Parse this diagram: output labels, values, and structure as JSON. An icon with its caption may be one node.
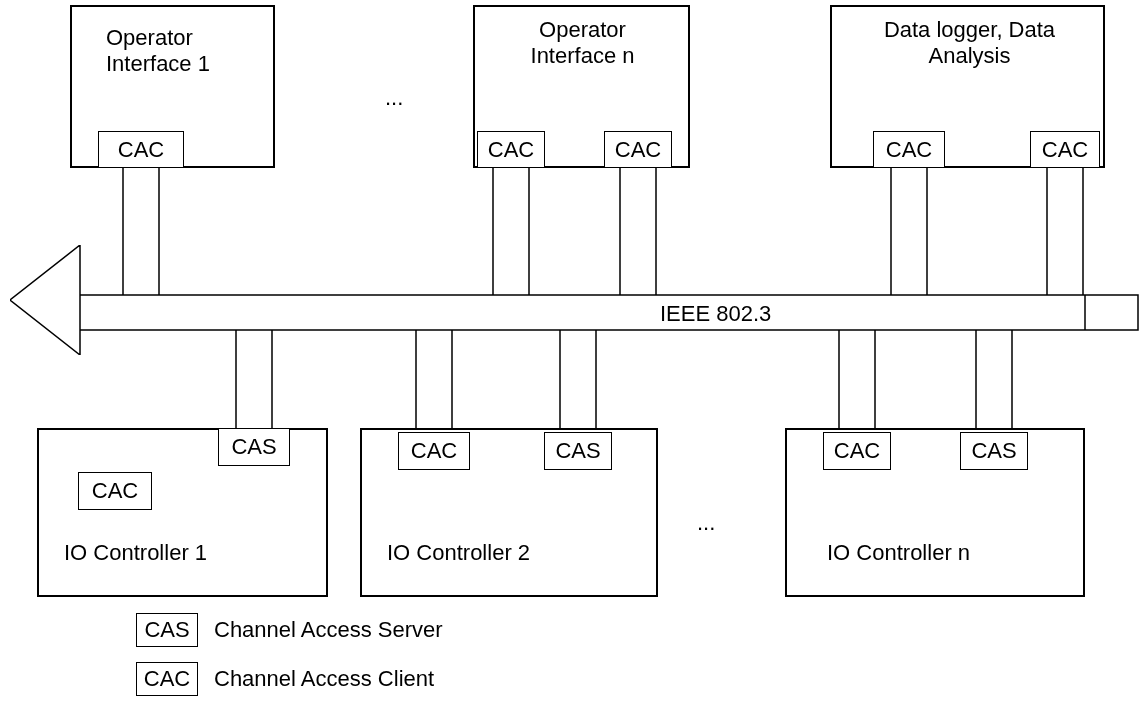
{
  "diagram": {
    "nodes": [
      {
        "text": [
          "Operator Interface 1"
        ]
      },
      {
        "text": [
          "CAC"
        ],
        "in": 0
      },
      {
        "text": [
          "Operator Interface n"
        ]
      },
      {
        "text": [
          "CAC"
        ],
        "in": 2
      },
      {
        "text": [
          "CAC"
        ],
        "in": 2
      },
      {
        "text": [
          "Data logger, Data Analysis"
        ]
      },
      {
        "text": [
          "CAC"
        ],
        "in": 5
      },
      {
        "text": [
          "CAC"
        ],
        "in": 5
      },
      {
        "text": [
          "IEEE 802.3"
        ]
      },
      {
        "text": [
          "IO Controller 1"
        ]
      },
      {
        "text": [
          "CAS"
        ],
        "in": 9
      },
      {
        "text": [
          "CAC"
        ],
        "in": 9
      },
      {
        "text": [
          "IO Controller 2"
        ]
      },
      {
        "text": [
          "CAC"
        ],
        "in": 12
      },
      {
        "text": [
          "CAS"
        ],
        "in": 12
      },
      {
        "text": [
          "IO Controller n"
        ]
      },
      {
        "text": [
          "CAC"
        ],
        "in": 15
      },
      {
        "text": [
          "CAS"
        ],
        "in": 15
      }
    ],
    "edges": [
      {
        "from": 1,
        "to": 8,
        "arrow": "none"
      },
      {
        "from": 3,
        "to": 8,
        "arrow": "none"
      },
      {
        "from": 4,
        "to": 8,
        "arrow": "none"
      },
      {
        "from": 6,
        "to": 8,
        "arrow": "none"
      },
      {
        "from": 7,
        "to": 8,
        "arrow": "none"
      },
      {
        "from": 10,
        "to": 8,
        "arrow": "none"
      },
      {
        "from": 13,
        "to": 8,
        "arrow": "none"
      },
      {
        "from": 14,
        "to": 8,
        "arrow": "none"
      },
      {
        "from": 16,
        "to": 8,
        "arrow": "none"
      },
      {
        "from": 17,
        "to": 8,
        "arrow": "none"
      }
    ],
    "labels": [
      "...",
      "...",
      "CAS",
      "CAC"
    ],
    "legend": [
      {
        "text": "Channel Access Server"
      },
      {
        "text": "Channel Access Client"
      }
    ]
  }
}
